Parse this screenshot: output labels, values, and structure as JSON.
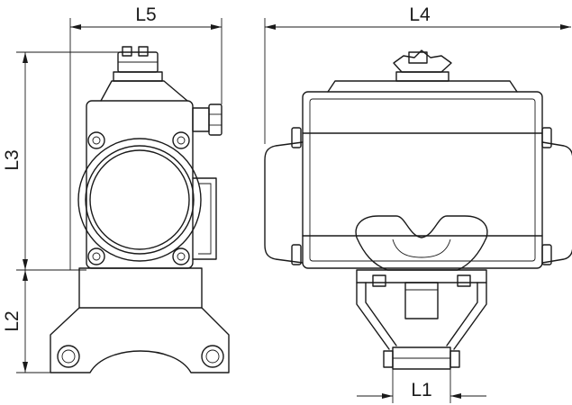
{
  "dimensions": {
    "l5": "L5",
    "l4": "L4",
    "l3": "L3",
    "l2": "L2",
    "l1": "L1"
  }
}
